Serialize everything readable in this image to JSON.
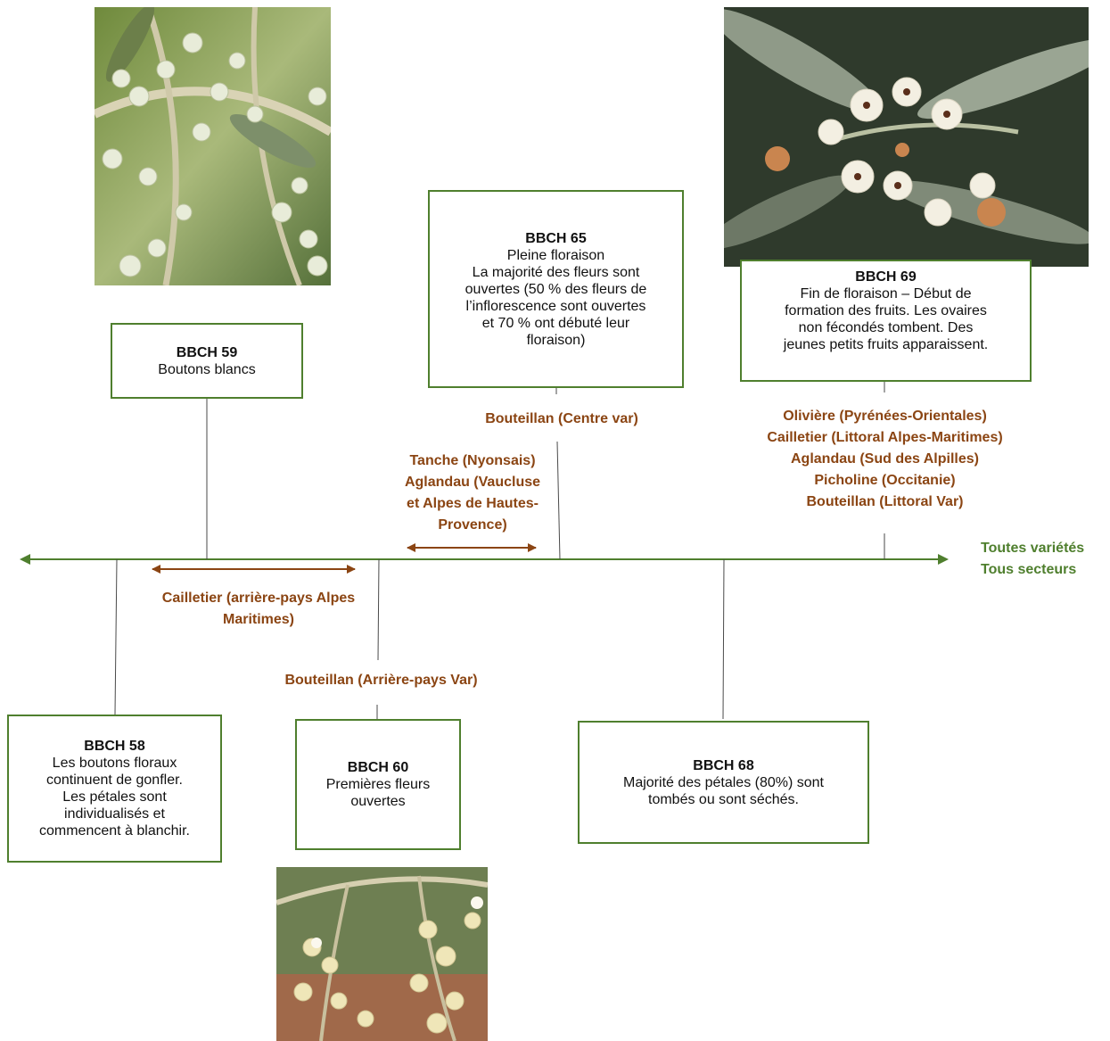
{
  "colors": {
    "line": "#4f7f2e",
    "arrow": "#8b4513",
    "text_brown": "#8b4513",
    "text_green": "#4f7f2e"
  },
  "stages": {
    "bbch58": {
      "title": "BBCH 58",
      "desc": "Les boutons floraux\ncontinuent de gonfler.\nLes pétales sont\nindividualisés et\ncommencent à blanchir."
    },
    "bbch59": {
      "title": "BBCH 59",
      "desc": "Boutons blancs"
    },
    "bbch60": {
      "title": "BBCH 60",
      "desc": "Premières fleurs\nouvertes"
    },
    "bbch65": {
      "title": "BBCH 65",
      "desc": "Pleine floraison\nLa majorité des fleurs sont\nouvertes (50 % des fleurs de\nl’inflorescence sont ouvertes\net 70 % ont débuté leur\nfloraison)"
    },
    "bbch68": {
      "title": "BBCH 68",
      "desc": "Majorité des pétales (80%) sont\ntombés ou sont séchés."
    },
    "bbch69": {
      "title": "BBCH 69",
      "desc": "Fin de floraison – Début de\nformation des fruits. Les ovaires\nnon fécondés tombent. Des\njeunes petits fruits apparaissent."
    }
  },
  "varieties": {
    "cailletier_arriere": "Cailletier (arrière-pays Alpes\nMaritimes)",
    "tanche_aglandau": "Tanche (Nyonsais)\nAglandau (Vaucluse\net Alpes de Hautes-\nProvence)",
    "bouteillan_centre": "Bouteillan (Centre var)",
    "bouteillan_arriere": "Bouteillan (Arrière-pays Var)",
    "group_69": "Olivière (Pyrénées-Orientales)\nCailletier (Littoral Alpes-Maritimes)\nAglandau (Sud des Alpilles)\nPicholine (Occitanie)\nBouteillan (Littoral Var)",
    "all": "Toutes variétés\nTous secteurs"
  }
}
